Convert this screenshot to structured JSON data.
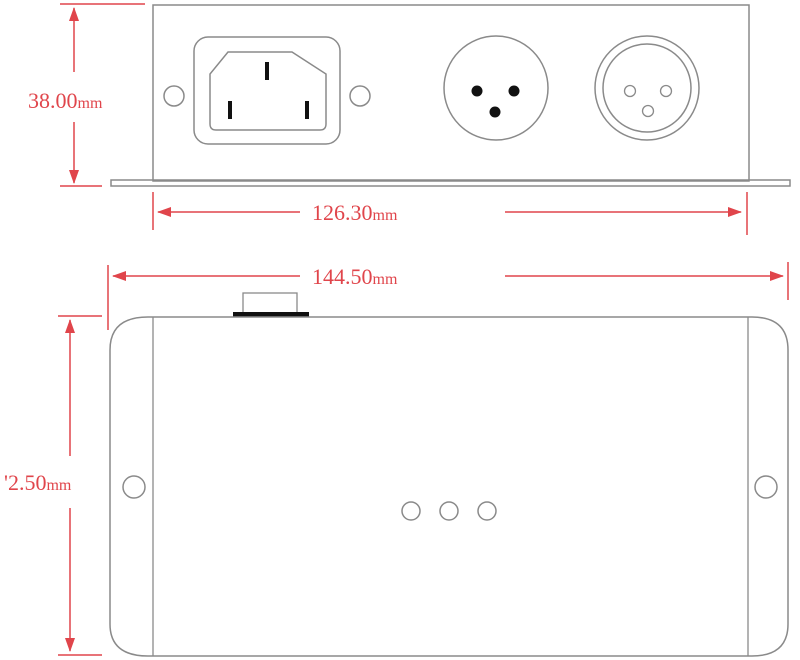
{
  "drawing": {
    "front_view": {
      "height_dimension": "38.00",
      "height_unit": "mm",
      "inner_width_dimension": "126.30",
      "inner_width_unit": "mm",
      "connectors": [
        {
          "type": "iec-c14-power-inlet"
        },
        {
          "type": "xlr-3pin-male"
        },
        {
          "type": "xlr-3pin-female"
        }
      ]
    },
    "top_view": {
      "overall_width_dimension": "144.50",
      "overall_width_unit": "mm",
      "depth_dimension": "'2.50",
      "depth_unit": "mm",
      "indicator_leds": 3
    },
    "colors": {
      "dimension": "#e0454b",
      "outline": "#8a8a8a",
      "black": "#111111"
    }
  }
}
